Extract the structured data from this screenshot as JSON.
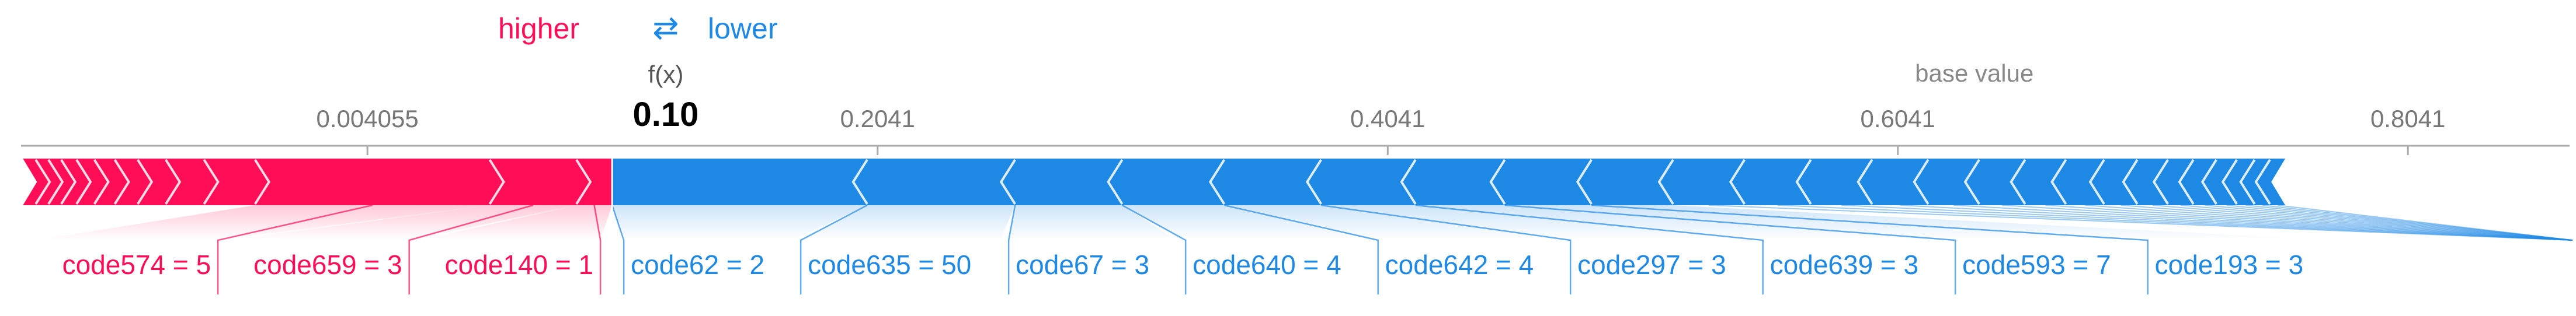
{
  "legend": {
    "higher": "higher",
    "lower": "lower",
    "arrow": "⇄",
    "higher_color": "#ff0d57",
    "lower_color": "#1e88e5"
  },
  "chart_data": {
    "type": "force",
    "output_label": "f(x)",
    "output_value_text": "0.10",
    "output_value": 0.1,
    "base_label": "base value",
    "base_value": 0.6341,
    "xlim": [
      -0.14,
      0.87
    ],
    "ticks": [
      0.004055,
      0.2041,
      0.4041,
      0.6041,
      0.8041
    ],
    "tick_labels": [
      "0.004055",
      "0.2041",
      "0.4041",
      "0.6041",
      "0.8041"
    ],
    "colors": {
      "positive": "#ff0d57",
      "negative": "#1e88e5"
    },
    "positive_features": [
      {
        "label": "code140 = 1",
        "start": 0.086,
        "end": 0.1
      },
      {
        "label": "code659 = 3",
        "start": 0.052,
        "end": 0.086
      },
      {
        "label": "code574 = 5",
        "start": -0.04,
        "end": 0.052
      },
      {
        "label": "",
        "start": -0.06,
        "end": -0.04
      },
      {
        "label": "",
        "start": -0.075,
        "end": -0.06
      },
      {
        "label": "",
        "start": -0.086,
        "end": -0.075
      },
      {
        "label": "",
        "start": -0.095,
        "end": -0.086
      },
      {
        "label": "",
        "start": -0.103,
        "end": -0.095
      },
      {
        "label": "",
        "start": -0.11,
        "end": -0.103
      },
      {
        "label": "",
        "start": -0.116,
        "end": -0.11
      },
      {
        "label": "",
        "start": -0.121,
        "end": -0.116
      },
      {
        "label": "",
        "start": -0.126,
        "end": -0.121
      },
      {
        "label": "",
        "start": -0.131,
        "end": -0.126
      }
    ],
    "negative_features": [
      {
        "label": "code62 = 2",
        "start": 0.1,
        "end": 0.2
      },
      {
        "label": "code635 = 50",
        "start": 0.2,
        "end": 0.258
      },
      {
        "label": "code67 = 3",
        "start": 0.258,
        "end": 0.3
      },
      {
        "label": "code640 = 4",
        "start": 0.3,
        "end": 0.34
      },
      {
        "label": "code642 = 4",
        "start": 0.34,
        "end": 0.378
      },
      {
        "label": "code297 = 3",
        "start": 0.378,
        "end": 0.415
      },
      {
        "label": "code639 = 3",
        "start": 0.415,
        "end": 0.45
      },
      {
        "label": "code593 = 7",
        "start": 0.45,
        "end": 0.484
      },
      {
        "label": "code193 = 3",
        "start": 0.484,
        "end": 0.516
      },
      {
        "label": "",
        "start": 0.516,
        "end": 0.544
      },
      {
        "label": "",
        "start": 0.544,
        "end": 0.57
      },
      {
        "label": "",
        "start": 0.57,
        "end": 0.594
      },
      {
        "label": "",
        "start": 0.594,
        "end": 0.616
      },
      {
        "label": "",
        "start": 0.616,
        "end": 0.636
      },
      {
        "label": "",
        "start": 0.636,
        "end": 0.654
      },
      {
        "label": "",
        "start": 0.654,
        "end": 0.67
      },
      {
        "label": "",
        "start": 0.67,
        "end": 0.685
      },
      {
        "label": "",
        "start": 0.685,
        "end": 0.698
      },
      {
        "label": "",
        "start": 0.698,
        "end": 0.71
      },
      {
        "label": "",
        "start": 0.71,
        "end": 0.72
      },
      {
        "label": "",
        "start": 0.72,
        "end": 0.729
      },
      {
        "label": "",
        "start": 0.729,
        "end": 0.737
      },
      {
        "label": "",
        "start": 0.737,
        "end": 0.744
      },
      {
        "label": "",
        "start": 0.744,
        "end": 0.75
      },
      {
        "label": "",
        "start": 0.75,
        "end": 0.756
      }
    ]
  }
}
